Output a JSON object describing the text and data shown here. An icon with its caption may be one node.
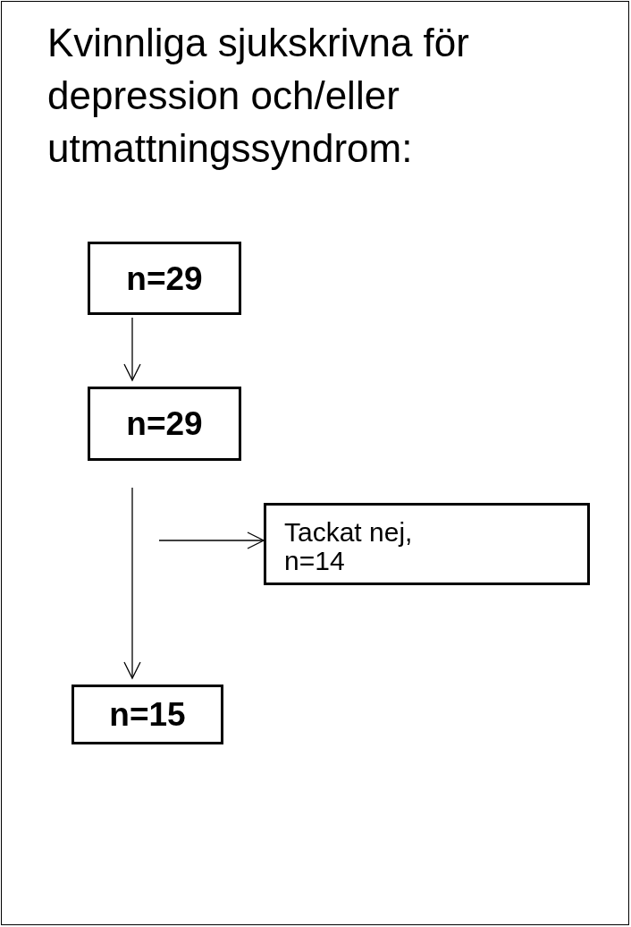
{
  "diagram": {
    "title": "Kvinnliga sjukskrivna för depression och/eller utmattningssyndrom:",
    "nodes": [
      {
        "text": [
          "n=29"
        ]
      },
      {
        "text": [
          "n=29"
        ]
      },
      {
        "text": [
          "Tackat nej, n=14"
        ]
      },
      {
        "text": [
          "n=15"
        ]
      }
    ],
    "edges": [
      {
        "from": 0,
        "to": 1,
        "arrow": "to"
      },
      {
        "from": 1,
        "to": 3,
        "arrow": "to"
      },
      {
        "from": null,
        "to": 2,
        "arrow": "to"
      }
    ]
  }
}
